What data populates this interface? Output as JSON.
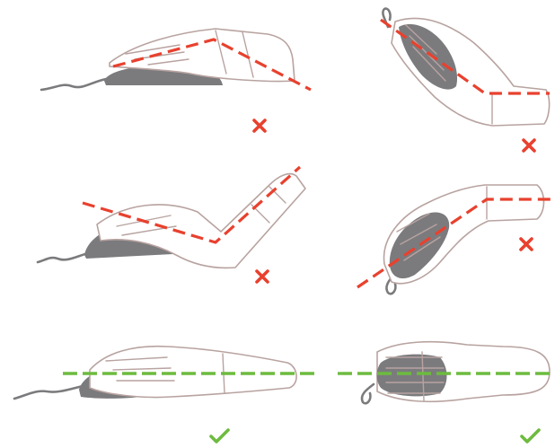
{
  "colors": {
    "incorrect": "#e8412e",
    "correct": "#6dbb3f",
    "hand_outline": "#b8a3a0",
    "mouse": "#7b7b7e"
  },
  "panels": [
    {
      "name": "panel-wrist-bent-up-side",
      "verdict": "incorrect",
      "icon": "cross-mark-icon"
    },
    {
      "name": "panel-wrist-bent-left-top",
      "verdict": "incorrect",
      "icon": "cross-mark-icon"
    },
    {
      "name": "panel-wrist-bent-down-side",
      "verdict": "incorrect",
      "icon": "cross-mark-icon"
    },
    {
      "name": "panel-wrist-bent-right-top",
      "verdict": "incorrect",
      "icon": "cross-mark-icon"
    },
    {
      "name": "panel-wrist-straight-side",
      "verdict": "correct",
      "icon": "check-mark-icon"
    },
    {
      "name": "panel-wrist-straight-top",
      "verdict": "correct",
      "icon": "check-mark-icon"
    }
  ]
}
